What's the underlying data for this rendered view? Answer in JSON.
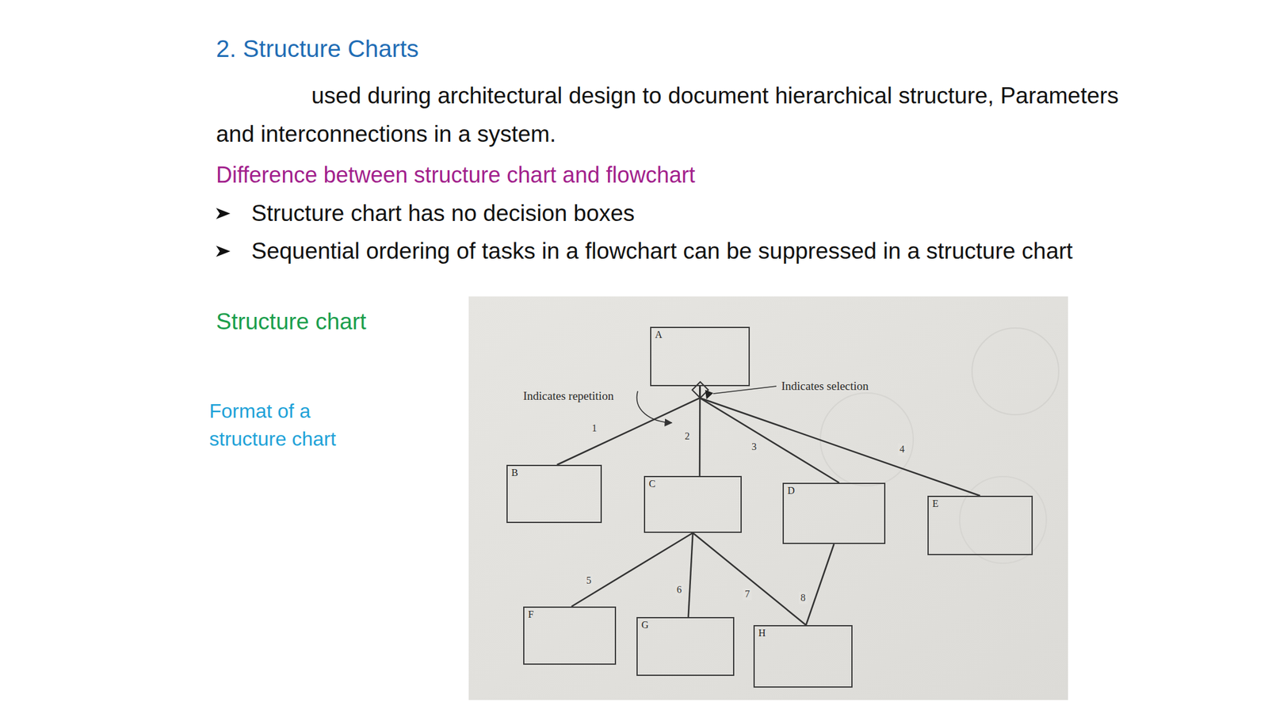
{
  "diagram": {
    "title": "2. Structure Charts",
    "nodes": [
      {
        "text": [
          "A"
        ]
      },
      {
        "text": [
          "B"
        ]
      },
      {
        "text": [
          "C"
        ]
      },
      {
        "text": [
          "D"
        ]
      },
      {
        "text": [
          "E"
        ]
      },
      {
        "text": [
          "F"
        ]
      },
      {
        "text": [
          "G"
        ]
      },
      {
        "text": [
          "H"
        ]
      }
    ],
    "edges": [
      {
        "from": 0,
        "to": 1,
        "label": "1",
        "arrow": "none"
      },
      {
        "from": 0,
        "to": 2,
        "label": "2",
        "arrow": "none"
      },
      {
        "from": 0,
        "to": 3,
        "label": "3",
        "arrow": "none"
      },
      {
        "from": 0,
        "to": 4,
        "label": "4",
        "arrow": "none"
      },
      {
        "from": 2,
        "to": 5,
        "label": "5",
        "arrow": "none"
      },
      {
        "from": 2,
        "to": 6,
        "label": "6",
        "arrow": "none"
      },
      {
        "from": 2,
        "to": 7,
        "label": "7",
        "arrow": "none"
      },
      {
        "from": 3,
        "to": 7,
        "label": "8",
        "arrow": "none"
      }
    ],
    "labels": [
      "used during architectural design to document hierarchical structure, Parameters and interconnections in a system.",
      "Difference between structure chart and flowchart",
      "Structure chart has no decision boxes",
      "Sequential ordering of tasks in a flowchart can be suppressed in a structure chart",
      "Structure chart",
      "Format of a structure chart",
      "Indicates repetition",
      "Indicates selection"
    ]
  }
}
